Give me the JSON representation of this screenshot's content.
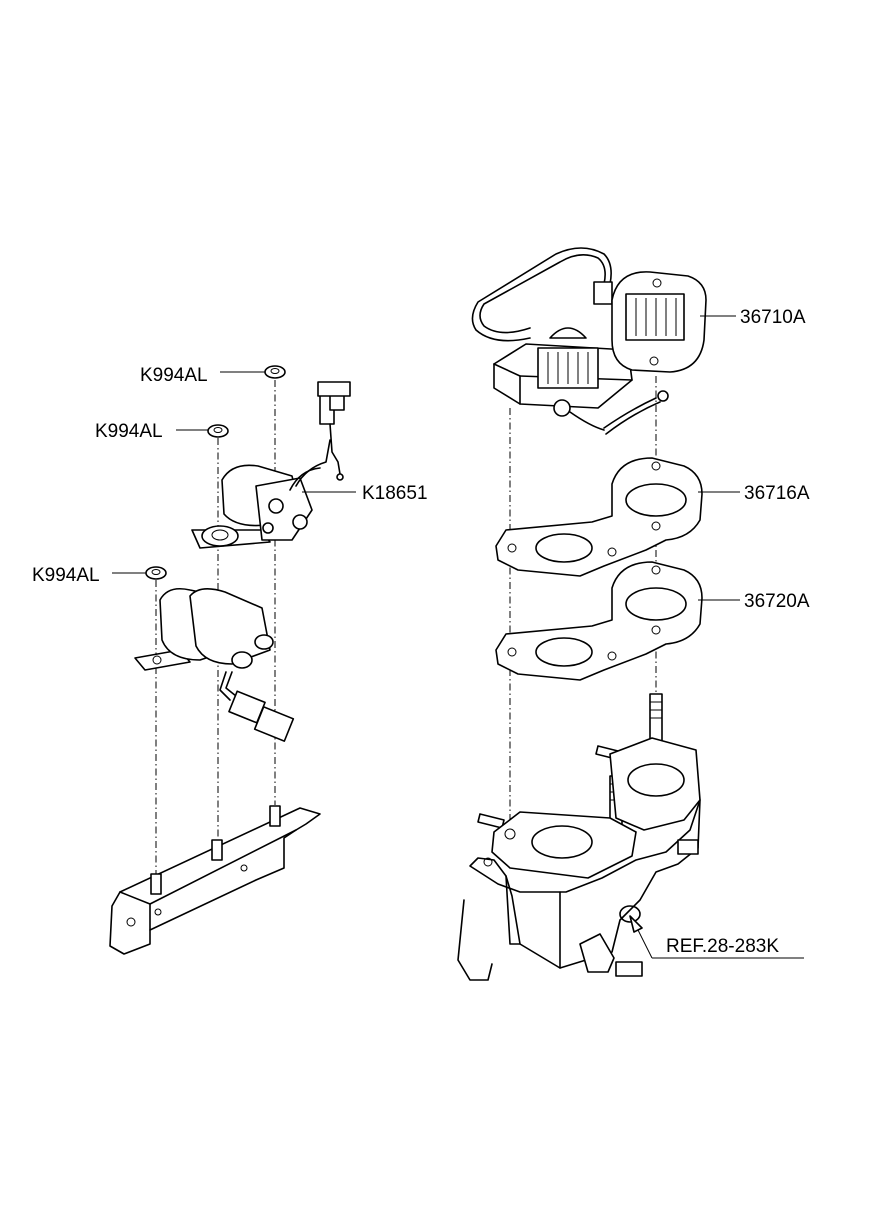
{
  "callouts": {
    "nut_top": "K994AL",
    "nut_mid": "K994AL",
    "nut_low": "K994AL",
    "solenoid": "K18651",
    "egr_valve": "36710A",
    "gasket_upper": "36716A",
    "gasket_lower": "36720A",
    "reference": "REF.28-283K"
  },
  "colors": {
    "line": "#000000",
    "background": "#ffffff"
  }
}
